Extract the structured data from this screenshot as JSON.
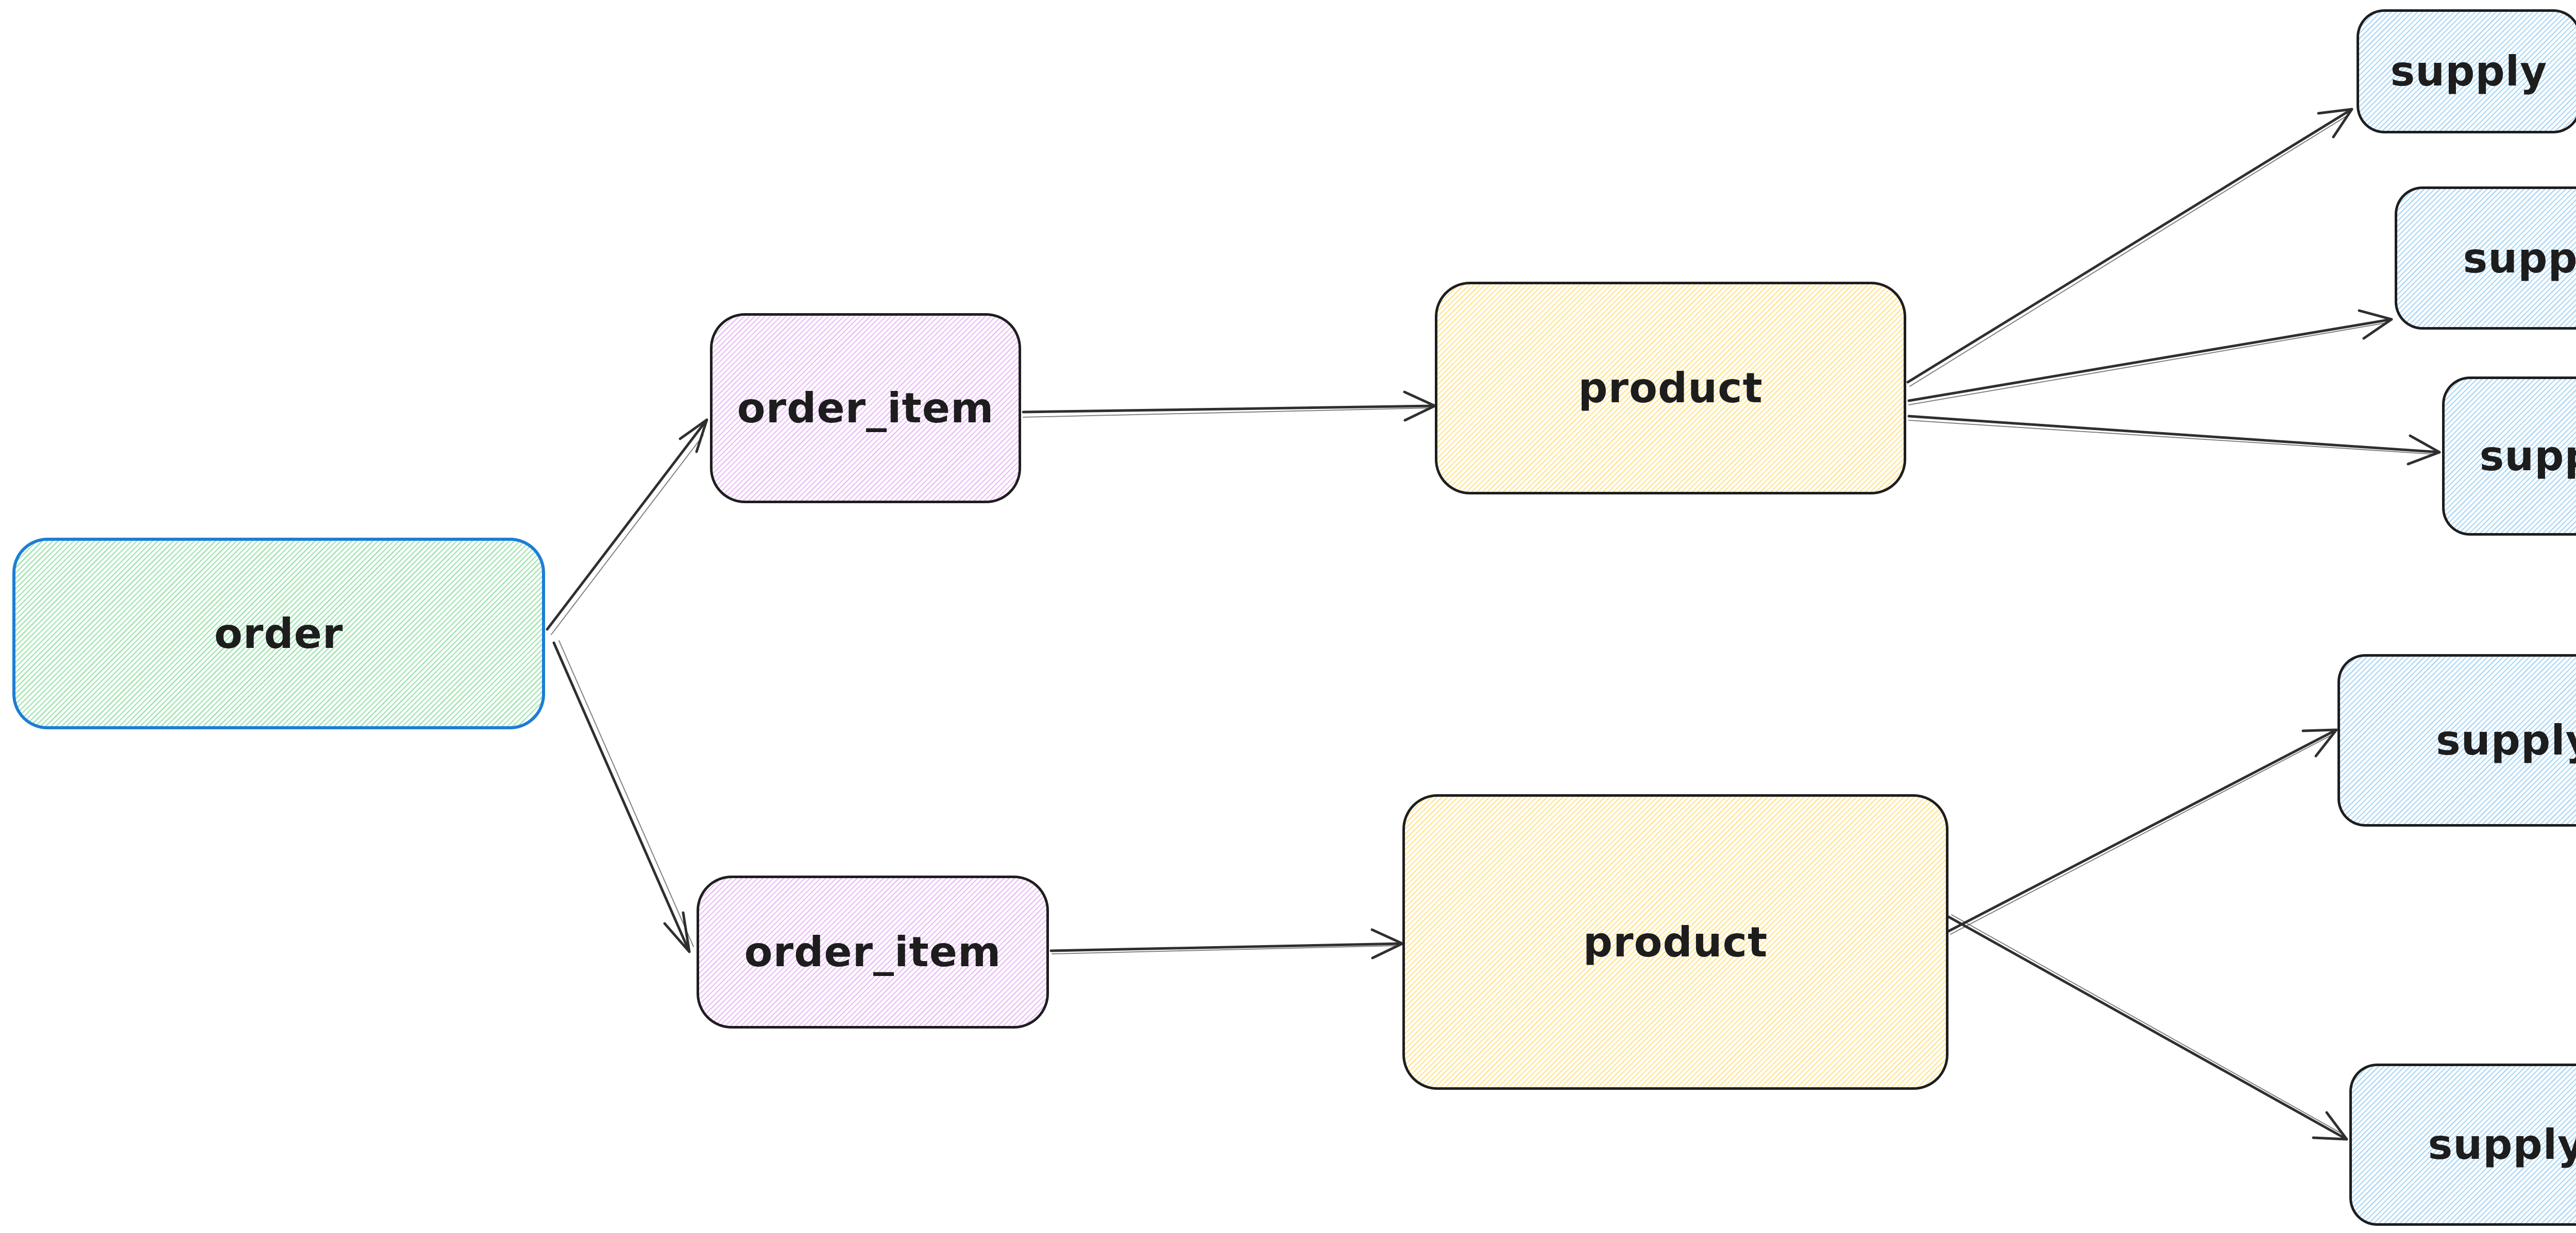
{
  "diagram": {
    "canvas_background": "#ffffff",
    "arrow_color": "#2f2f2f",
    "nodes": [
      {
        "id": "order",
        "label": "order",
        "stroke": "#1c7ed6",
        "fill": "#9be3ac"
      },
      {
        "id": "order-item-top",
        "label": "order_item",
        "stroke": "#1e1e1e",
        "fill": "#eabdf6"
      },
      {
        "id": "product-top",
        "label": "product",
        "stroke": "#1e1e1e",
        "fill": "#ffe48d"
      },
      {
        "id": "supply-top-1",
        "label": "supply",
        "stroke": "#1e1e1e",
        "fill": "#a9d7f5"
      },
      {
        "id": "supply-top-2",
        "label": "supply",
        "stroke": "#1e1e1e",
        "fill": "#a9d7f5"
      },
      {
        "id": "supply-top-3",
        "label": "supply",
        "stroke": "#1e1e1e",
        "fill": "#a9d7f5"
      },
      {
        "id": "order-item-bottom",
        "label": "order_item",
        "stroke": "#1e1e1e",
        "fill": "#eabdf6"
      },
      {
        "id": "product-bottom",
        "label": "product",
        "stroke": "#1e1e1e",
        "fill": "#ffe48d"
      },
      {
        "id": "supply-bottom-1",
        "label": "supply",
        "stroke": "#1e1e1e",
        "fill": "#a9d7f5"
      },
      {
        "id": "supply-bottom-2",
        "label": "supply",
        "stroke": "#1e1e1e",
        "fill": "#a9d7f5"
      }
    ],
    "edges": [
      {
        "from": "order",
        "to": "order-item-top"
      },
      {
        "from": "order",
        "to": "order-item-bottom"
      },
      {
        "from": "order-item-top",
        "to": "product-top"
      },
      {
        "from": "order-item-bottom",
        "to": "product-bottom"
      },
      {
        "from": "product-top",
        "to": "supply-top-1"
      },
      {
        "from": "product-top",
        "to": "supply-top-2"
      },
      {
        "from": "product-top",
        "to": "supply-top-3"
      },
      {
        "from": "product-bottom",
        "to": "supply-bottom-1"
      },
      {
        "from": "product-bottom",
        "to": "supply-bottom-2"
      }
    ]
  }
}
